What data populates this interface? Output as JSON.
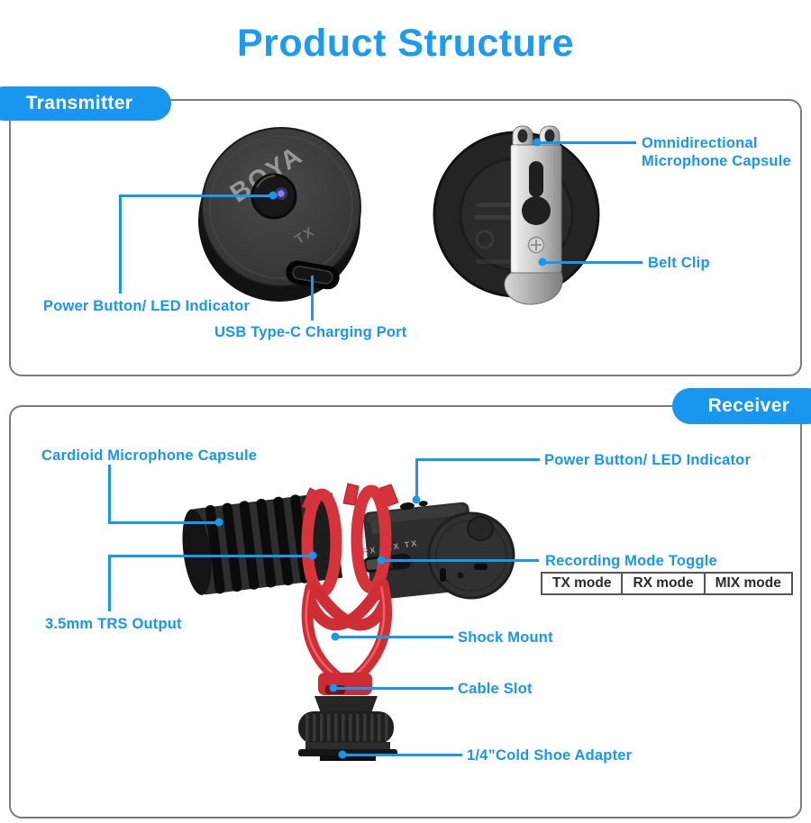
{
  "accent_color": "#1896f0",
  "title": "Product Structure",
  "transmitter": {
    "tab_label": "Transmitter",
    "device_markings": {
      "brand": "BOYA",
      "unit": "TX"
    },
    "callouts": {
      "omni_line1": "Omnidirectional",
      "omni_line2": "Microphone Capsule",
      "belt_clip": "Belt Clip",
      "power": "Power Button/ LED Indicator",
      "usb": "USB Type-C Charging Port"
    }
  },
  "receiver": {
    "tab_label": "Receiver",
    "device_markings": {
      "mode_scale": "RX  MIX  TX"
    },
    "callouts": {
      "cardioid": "Cardioid Microphone Capsule",
      "power": "Power Button/ LED Indicator",
      "recording": "Recording Mode Toggle",
      "trs": "3.5mm TRS Output",
      "shock": "Shock Mount",
      "cable": "Cable Slot",
      "shoe": "1/4”Cold Shoe Adapter"
    },
    "mode_table": [
      "TX mode",
      "RX mode",
      "MIX mode"
    ]
  }
}
